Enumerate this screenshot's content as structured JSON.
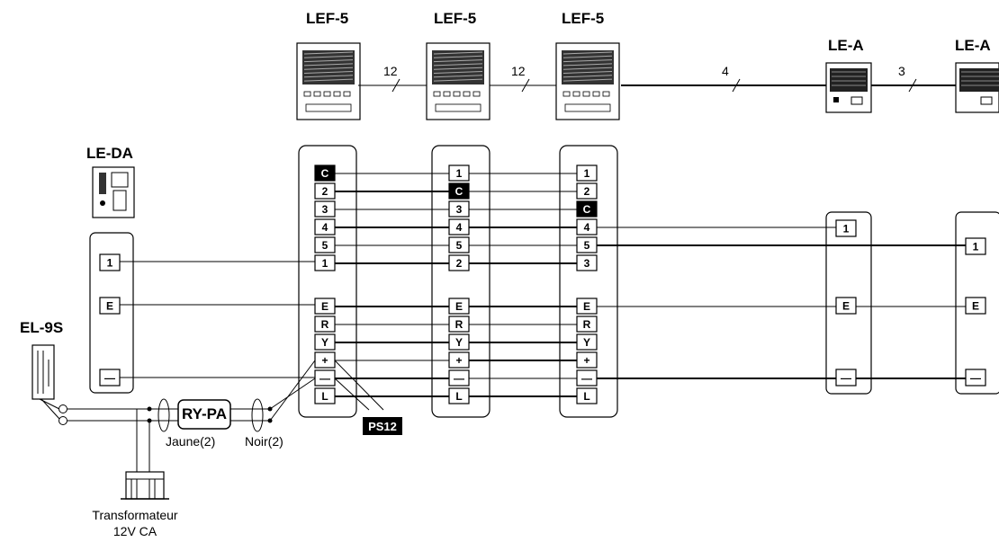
{
  "device_labels": {
    "lef5_a": "LEF-5",
    "lef5_b": "LEF-5",
    "lef5_c": "LEF-5",
    "lea_1": "LE-A",
    "lea_2": "LE-A",
    "leda": "LE-DA",
    "el9s": "EL-9S"
  },
  "wire_counts": {
    "w1": "12",
    "w2": "12",
    "w3": "4",
    "w4": "3"
  },
  "terminals": {
    "lef5_a": [
      "C",
      "2",
      "3",
      "4",
      "5",
      "1",
      "E",
      "R",
      "Y",
      "+",
      "—",
      "L"
    ],
    "lef5_b": [
      "1",
      "C",
      "3",
      "4",
      "5",
      "2",
      "E",
      "R",
      "Y",
      "+",
      "—",
      "L"
    ],
    "lef5_c": [
      "1",
      "2",
      "C",
      "4",
      "5",
      "3",
      "E",
      "R",
      "Y",
      "+",
      "—",
      "L"
    ],
    "leda": [
      "1",
      "E",
      "—"
    ],
    "lea_1": [
      "1",
      "E",
      "—"
    ],
    "lea_2": [
      "1",
      "E",
      "—"
    ]
  },
  "components": {
    "rypa": "RY-PA",
    "ps12": "PS12",
    "jaune": "Jaune(2)",
    "noir": "Noir(2)",
    "transfo_line1": "Transformateur",
    "transfo_line2": "12V CA"
  }
}
